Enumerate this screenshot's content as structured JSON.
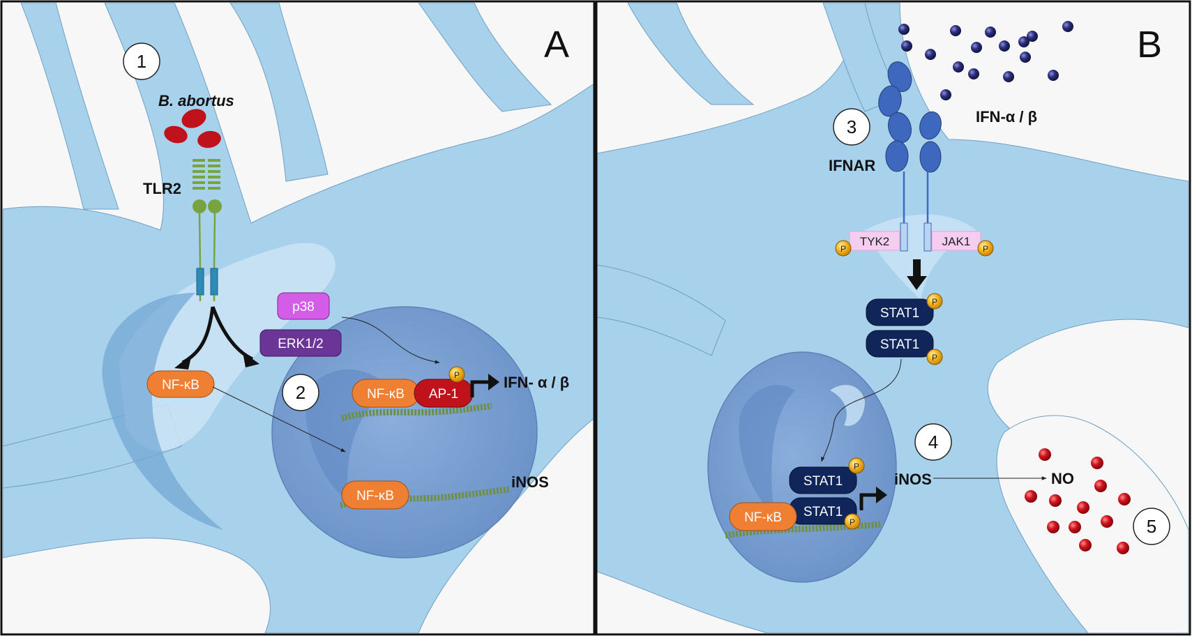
{
  "panel_a": {
    "letter": "A",
    "step_1": "1",
    "step_2": "2",
    "pathogen_label": "B. abortus",
    "receptor_label": "TLR2",
    "kinase_p38": "p38",
    "kinase_erk": "ERK1/2",
    "nfkb_cytoplasm": "NF-κB",
    "nfkb_nucleus_top": "NF-κB",
    "ap1": "AP-1",
    "phospho": "P",
    "product_ifn": "IFN- α / β",
    "nfkb_nucleus_bottom": "NF-κB",
    "product_inos": "iNOS"
  },
  "panel_b": {
    "letter": "B",
    "step_3": "3",
    "step_4": "4",
    "step_5": "5",
    "ligand_label": "IFN-α / β",
    "receptor_label": "IFNAR",
    "tyk2": "TYK2",
    "jak1": "JAK1",
    "phospho": "P",
    "stat1_a": "STAT1",
    "stat1_b": "STAT1",
    "stat1_c": "STAT1",
    "stat1_d": "STAT1",
    "nfkb": "NF-κB",
    "product_inos": "iNOS",
    "product_no": "NO"
  },
  "colors": {
    "cell": "#a8d1ec",
    "cell_light": "#cbe4f6",
    "cell_dark": "#6fa5d3",
    "nucleus": "#7ea2d3",
    "p38": "#d35de6",
    "erk": "#6b3597",
    "nfkb": "#ef7f33",
    "ap1": "#c0121b",
    "stat1": "#10255a",
    "jak_bg": "#f5cdf0",
    "phospho": "#f2b21d",
    "bacteria": "#c0121b",
    "tlr2": "#78a43d",
    "ifnar": "#3d68bd",
    "ifn_dots": "#2b2e7a",
    "no_dots": "#d0141e",
    "dna": "#6f8f49"
  }
}
